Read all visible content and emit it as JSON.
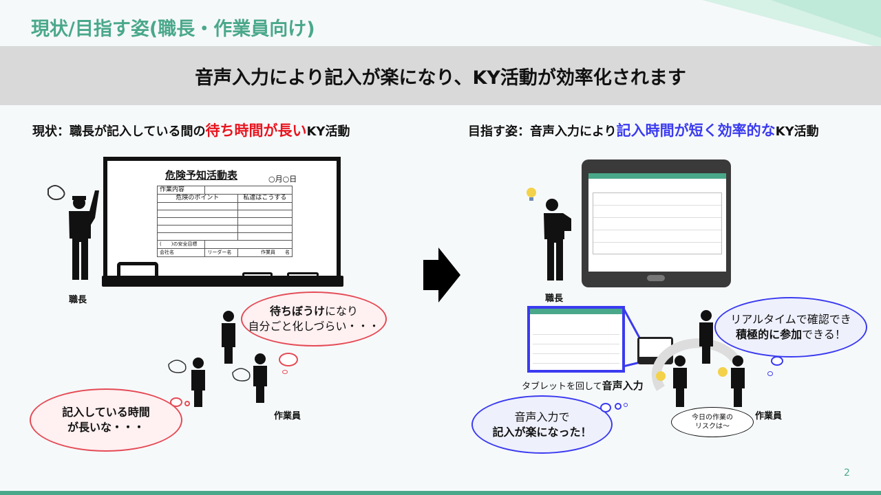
{
  "title": "現状/目指す姿(職長・作業員向け)",
  "banner": "音声入力により記入が楽になり、KY活動が効率化されます",
  "left": {
    "heading_pre": "現状：職長が記入している間の",
    "heading_em": "待ち時間が長い",
    "heading_post": "KY活動",
    "board": {
      "title": "危険予知活動表",
      "date": "○月○日",
      "work": "作業内容",
      "col1": "危険のポイント",
      "col2": "私達はこうする",
      "goal": "(　　)の安全目標",
      "company": "会社名",
      "leader": "リーダー名",
      "workers": "作業員　　名"
    },
    "foreman_label": "職長",
    "workers_label": "作業員",
    "cloud_top_em": "待ちぼうけ",
    "cloud_top_rest": "になり",
    "cloud_top_line2": "自分ごと化しづらい・・・",
    "cloud_bottom_line1": "記入している時間",
    "cloud_bottom_line2": "が長いな・・・"
  },
  "right": {
    "heading_pre": "目指す姿：音声入力により",
    "heading_em": "記入時間が短く効率的な",
    "heading_post": "KY活動",
    "foreman_label": "職長",
    "workers_label": "作業員",
    "tablet_caption_pre": "タブレットを回して",
    "tablet_caption_em": "音声入力",
    "cloud_left_line1": "音声入力で",
    "cloud_left_line2": "記入が楽になった！",
    "cloud_right_line1": "リアルタイムで確認でき",
    "cloud_right_em": "積極的に参加",
    "cloud_right_rest": "できる！",
    "speech": "今日の作業の\nリスクは～"
  },
  "page_number": "2",
  "colors": {
    "accent": "#4aa88a",
    "red": "#e8141e",
    "blue": "#3a3af0"
  }
}
